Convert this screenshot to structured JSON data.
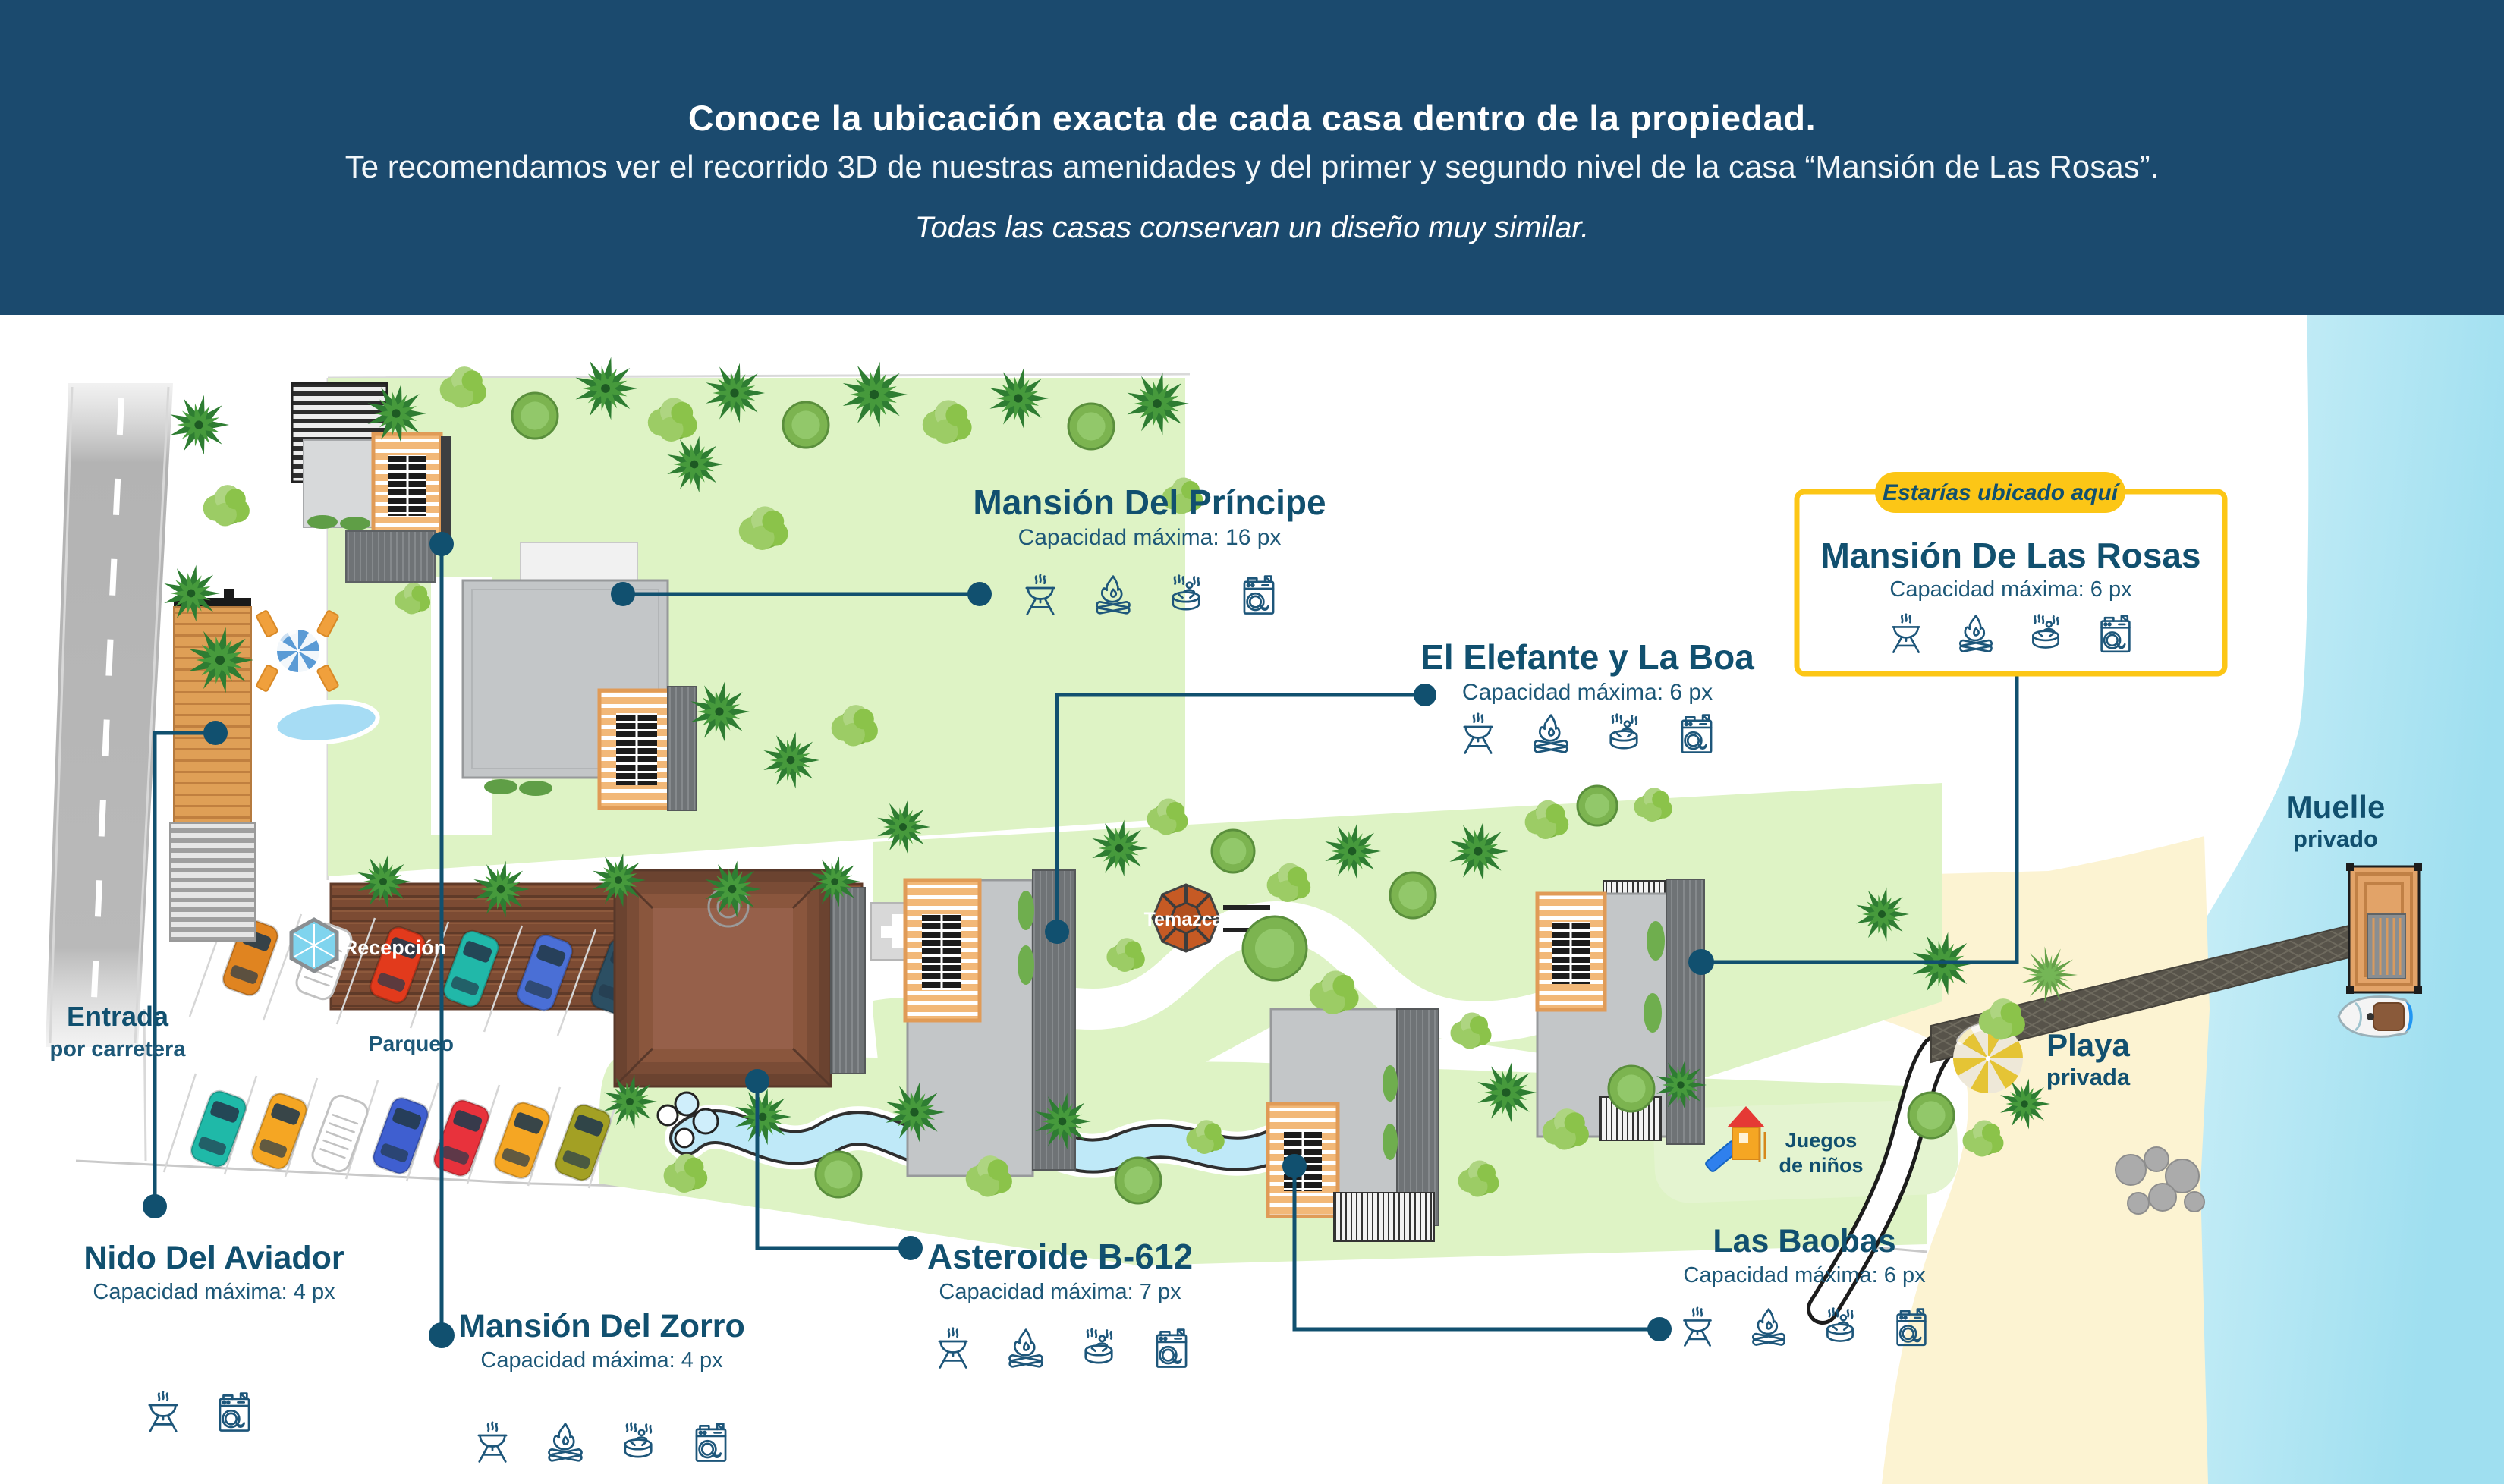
{
  "header": {
    "title": "Conoce la ubicación exacta de cada casa dentro de la propiedad.",
    "subtitle": "Te recomendamos ver el recorrido 3D de nuestras amenidades y del primer y segundo nivel de la casa “Mansión de Las Rosas”.",
    "note": "Todas las casas conservan un diseño muy similar."
  },
  "badge": {
    "text": "Estarías ubicado aquí"
  },
  "houses": [
    {
      "name": "Mansión Del Príncipe",
      "capacity": "Capacidad máxima: 16 px",
      "amenities": [
        "bbq-grill",
        "campfire",
        "hot-tub",
        "washing-machine"
      ],
      "highlighted": false
    },
    {
      "name": "El Elefante y La Boa",
      "capacity": "Capacidad máxima: 6 px",
      "amenities": [
        "bbq-grill",
        "campfire",
        "hot-tub",
        "washing-machine"
      ],
      "highlighted": false
    },
    {
      "name": "Mansión De Las Rosas",
      "capacity": "Capacidad máxima: 6 px",
      "amenities": [
        "bbq-grill",
        "campfire",
        "hot-tub",
        "washing-machine"
      ],
      "highlighted": true
    },
    {
      "name": "Nido Del Aviador",
      "capacity": "Capacidad máxima: 4 px",
      "amenities": [
        "bbq-grill",
        "washing-machine"
      ],
      "highlighted": false
    },
    {
      "name": "Mansión Del Zorro",
      "capacity": "Capacidad máxima: 4 px",
      "amenities": [
        "bbq-grill",
        "campfire",
        "hot-tub",
        "washing-machine"
      ],
      "highlighted": false
    },
    {
      "name": "Asteroide B-612",
      "capacity": "Capacidad máxima: 7 px",
      "amenities": [
        "bbq-grill",
        "campfire",
        "hot-tub",
        "washing-machine"
      ],
      "highlighted": false
    },
    {
      "name": "Las Baobas",
      "capacity": "Capacidad máxima: 6 px",
      "amenities": [
        "bbq-grill",
        "campfire",
        "hot-tub",
        "washing-machine"
      ],
      "highlighted": false
    }
  ],
  "map_labels": {
    "entrada_line1": "Entrada",
    "entrada_line2": "por carretera",
    "parqueo": "Parqueo",
    "recepcion": "Recepción",
    "temazcal": "Temazcal",
    "juegos_line1": "Juegos",
    "juegos_line2": "de niños",
    "muelle_line1": "Muelle",
    "muelle_line2": "privado",
    "playa_line1": "Playa",
    "playa_line2": "privada"
  },
  "colors": {
    "header_bg": "#1b4a6e",
    "accent_blue": "#11506f",
    "highlight_yellow": "#fcc616",
    "lawn_green": "#def3c5",
    "water_blue": "#aee4f2",
    "sand": "#fcf3d2"
  }
}
